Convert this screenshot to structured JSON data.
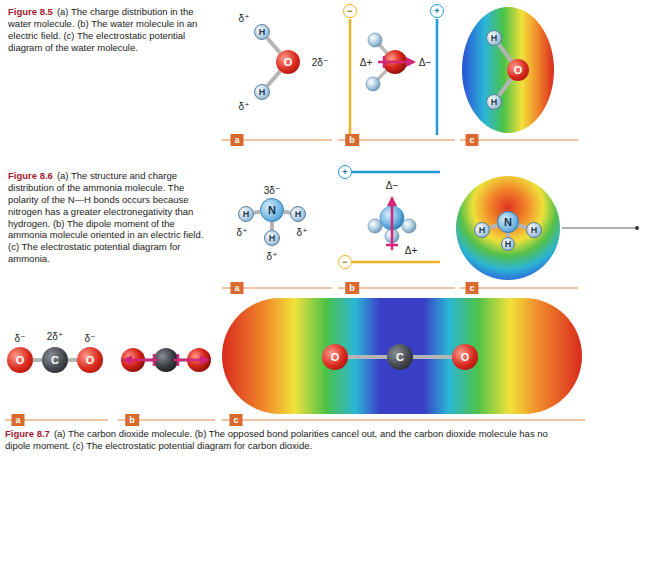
{
  "diagram": {
    "nodes": [
      {
        "text": [
          "H"
        ]
      },
      {
        "text": [
          "O"
        ]
      },
      {
        "text": [
          "H"
        ]
      },
      {
        "text": [
          "−"
        ]
      },
      {
        "text": [
          "+"
        ]
      },
      {
        "text": [
          "H"
        ]
      },
      {
        "text": [
          "O"
        ]
      },
      {
        "text": [
          "H"
        ]
      },
      {
        "text": [
          "H"
        ]
      },
      {
        "text": [
          "N"
        ]
      },
      {
        "text": [
          "H"
        ]
      },
      {
        "text": [
          "H"
        ]
      },
      {
        "text": [
          "+"
        ]
      },
      {
        "text": [
          "−"
        ]
      },
      {
        "text": [
          "H"
        ]
      },
      {
        "text": [
          "N"
        ]
      },
      {
        "text": [
          "H"
        ]
      },
      {
        "text": [
          "H"
        ]
      },
      {
        "text": [
          "O"
        ]
      },
      {
        "text": [
          "C"
        ]
      },
      {
        "text": [
          "O"
        ]
      },
      {
        "text": [
          "O"
        ]
      },
      {
        "text": [
          "C"
        ]
      },
      {
        "text": [
          "O"
        ]
      }
    ],
    "edges": [
      {
        "from": 1,
        "to": 0,
        "arrow": "none"
      },
      {
        "from": 1,
        "to": 2,
        "arrow": "none"
      },
      {
        "from": 6,
        "to": 5,
        "arrow": "none"
      },
      {
        "from": 6,
        "to": 7,
        "arrow": "none"
      },
      {
        "from": 9,
        "to": 8,
        "arrow": "none"
      },
      {
        "from": 9,
        "to": 10,
        "arrow": "none"
      },
      {
        "from": 9,
        "to": 11,
        "arrow": "none"
      },
      {
        "from": 15,
        "to": 14,
        "arrow": "none"
      },
      {
        "from": 15,
        "to": 16,
        "arrow": "none"
      },
      {
        "from": 15,
        "to": 17,
        "arrow": "none"
      },
      {
        "from": 18,
        "to": 19,
        "arrow": "none"
      },
      {
        "from": 19,
        "to": 20,
        "arrow": "none"
      },
      {
        "from": 21,
        "to": 22,
        "arrow": "none"
      },
      {
        "from": 22,
        "to": 23,
        "arrow": "none"
      }
    ],
    "labels": [
      "Figure 8.5",
      "(a) The charge distribution in the water molecule. (b) The water molecule in an electric field. (c) The electrostatic potential diagram of the water molecule.",
      "δ⁺",
      "2δ⁻",
      "δ⁺",
      "a",
      "Δ+",
      "Δ−",
      "b",
      "c",
      "Figure 8.6",
      "(a) The structure and charge distribution of the ammonia molecule. The polarity of the N—H bonds occurs because nitrogen has a greater electronegativity than hydrogen. (b) The dipole moment of the ammonia molecule oriented in an electric field. (c) The electrostatic potential diagram for ammonia.",
      "3δ⁻",
      "δ⁺",
      "δ⁺",
      "δ⁺",
      "a",
      "Δ−",
      "Δ+",
      "b",
      "c",
      "δ⁻",
      "2δ⁺",
      "δ⁻",
      "a",
      "b",
      "c",
      "Figure 8.7",
      "(a) The carbon dioxide molecule. (b) The opposed bond polarities cancel out, and the carbon dioxide molecule has no dipole moment. (c) The electrostatic potential diagram for carbon dioxide."
    ]
  }
}
